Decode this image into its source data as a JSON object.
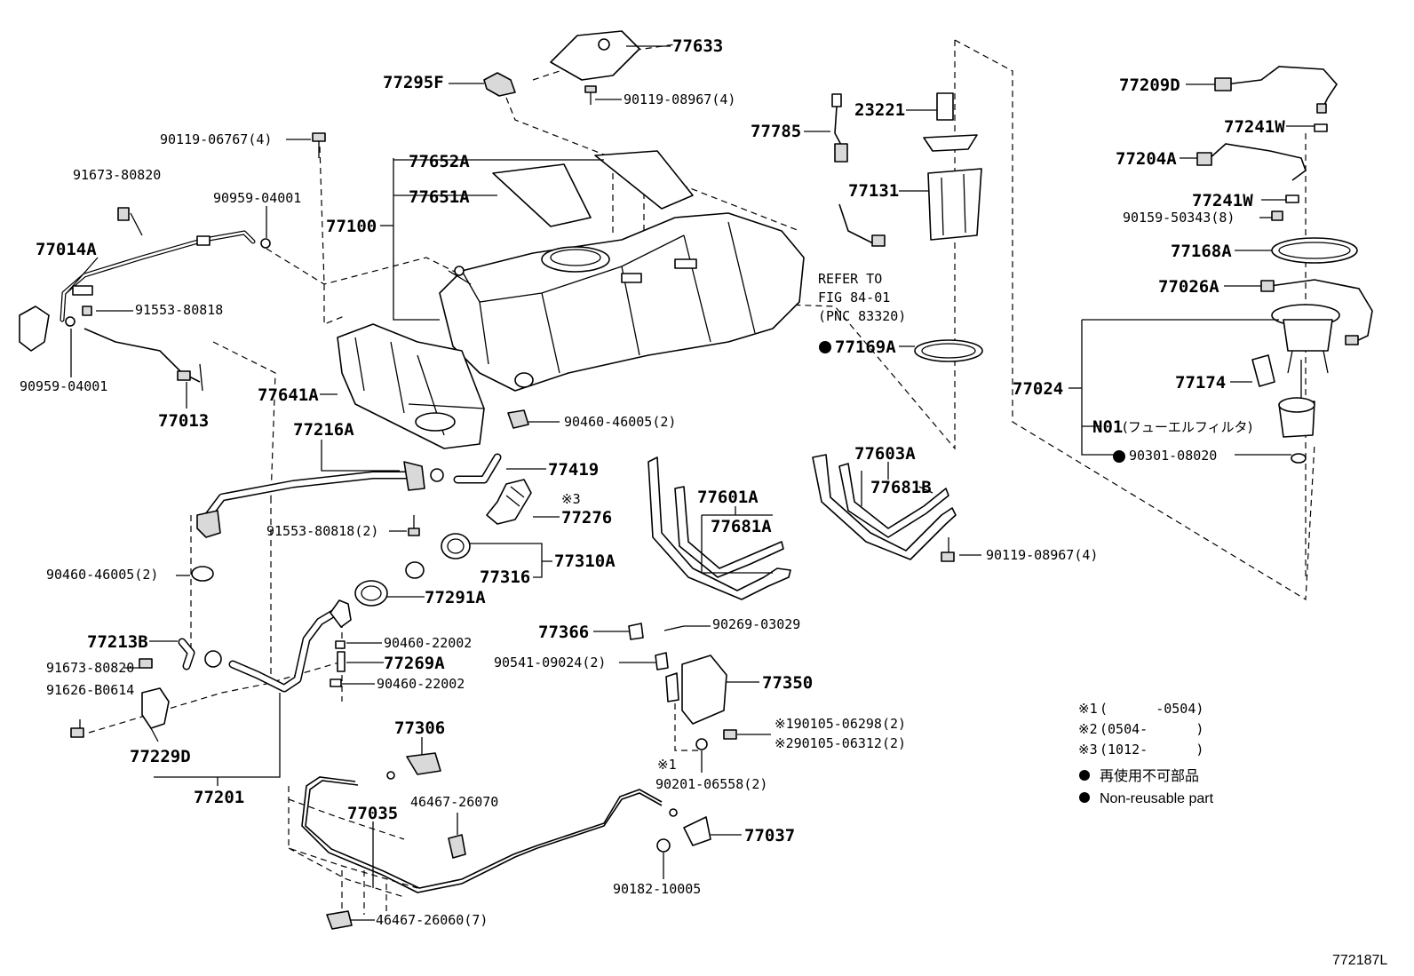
{
  "callouts": [
    {
      "id": "c77633",
      "text": "77633"
    },
    {
      "id": "c77295F",
      "text": "77295F"
    },
    {
      "id": "c90119_08967_4a",
      "text": "90119-08967(4)"
    },
    {
      "id": "c90119_06767_4",
      "text": "90119-06767(4)"
    },
    {
      "id": "c91673_80820a",
      "text": "91673-80820"
    },
    {
      "id": "c90959_04001a",
      "text": "90959-04001"
    },
    {
      "id": "c77652A",
      "text": "77652A"
    },
    {
      "id": "c77651A",
      "text": "77651A"
    },
    {
      "id": "c77100",
      "text": "77100"
    },
    {
      "id": "c77014A",
      "text": "77014A"
    },
    {
      "id": "c91553_80818",
      "text": "91553-80818"
    },
    {
      "id": "c90959_04001b",
      "text": "90959-04001"
    },
    {
      "id": "c77013",
      "text": "77013"
    },
    {
      "id": "c77641A",
      "text": "77641A"
    },
    {
      "id": "c77216A",
      "text": "77216A"
    },
    {
      "id": "c90460_46005_2a",
      "text": "90460-46005(2)"
    },
    {
      "id": "c77419",
      "text": "77419"
    },
    {
      "id": "cmark3",
      "text": "※3"
    },
    {
      "id": "c77276",
      "text": "77276"
    },
    {
      "id": "c91553_80818_2",
      "text": "91553-80818(2)"
    },
    {
      "id": "c77310A",
      "text": "77310A"
    },
    {
      "id": "c77316",
      "text": "77316"
    },
    {
      "id": "c90460_46005_2b",
      "text": "90460-46005(2)"
    },
    {
      "id": "c77291A",
      "text": "77291A"
    },
    {
      "id": "c77213B",
      "text": "77213B"
    },
    {
      "id": "c90460_22002a",
      "text": "90460-22002"
    },
    {
      "id": "c77269A",
      "text": "77269A"
    },
    {
      "id": "c91673_80820b",
      "text": "91673-80820"
    },
    {
      "id": "c90460_22002b",
      "text": "90460-22002"
    },
    {
      "id": "c91626_B0614",
      "text": "91626-B0614"
    },
    {
      "id": "c77229D",
      "text": "77229D"
    },
    {
      "id": "c77201",
      "text": "77201"
    },
    {
      "id": "c77306",
      "text": "77306"
    },
    {
      "id": "c77035",
      "text": "77035"
    },
    {
      "id": "c46467_26070",
      "text": "46467-26070"
    },
    {
      "id": "c46467_26060_7",
      "text": "46467-26060(7)"
    },
    {
      "id": "c77037",
      "text": "77037"
    },
    {
      "id": "c90182_10005",
      "text": "90182-10005"
    },
    {
      "id": "c77366",
      "text": "77366"
    },
    {
      "id": "c90269_03029",
      "text": "90269-03029"
    },
    {
      "id": "c90541_09024_2",
      "text": "90541-09024(2)"
    },
    {
      "id": "c77350",
      "text": "77350"
    },
    {
      "id": "c90105_06298_2",
      "text": "※190105-06298(2)"
    },
    {
      "id": "c90105_06312_2",
      "text": "※290105-06312(2)"
    },
    {
      "id": "cmark1",
      "text": "※1"
    },
    {
      "id": "c90201_06558_2",
      "text": "90201-06558(2)"
    },
    {
      "id": "c77785",
      "text": "77785"
    },
    {
      "id": "c23221",
      "text": "23221"
    },
    {
      "id": "c77131",
      "text": "77131"
    },
    {
      "id": "cref1",
      "text": "REFER TO"
    },
    {
      "id": "cref2",
      "text": "FIG 84-01"
    },
    {
      "id": "cref3",
      "text": "(PNC 83320)"
    },
    {
      "id": "c77169A",
      "text": "77169A"
    },
    {
      "id": "c77603A",
      "text": "77603A"
    },
    {
      "id": "c77681B",
      "text": "77681B"
    },
    {
      "id": "c77601A",
      "text": "77601A"
    },
    {
      "id": "c77681A",
      "text": "77681A"
    },
    {
      "id": "c90119_08967_4b",
      "text": "90119-08967(4)"
    },
    {
      "id": "c77209D",
      "text": "77209D"
    },
    {
      "id": "c77241Wa",
      "text": "77241W"
    },
    {
      "id": "c77204A",
      "text": "77204A"
    },
    {
      "id": "c77241Wb",
      "text": "77241W"
    },
    {
      "id": "c90159_50343_8",
      "text": "90159-50343(8)"
    },
    {
      "id": "c77168A",
      "text": "77168A"
    },
    {
      "id": "c77026A",
      "text": "77026A"
    },
    {
      "id": "c77024",
      "text": "77024"
    },
    {
      "id": "c77174",
      "text": "77174"
    },
    {
      "id": "cN01",
      "text": "N01"
    },
    {
      "id": "cN01jp",
      "text": "(フューエルフィルタ)"
    },
    {
      "id": "c90301_08020",
      "text": "90301-08020"
    }
  ],
  "legend": {
    "row1_mark": "※1",
    "row1_range": "(      -0504)",
    "row2_mark": "※2",
    "row2_range": "(0504-      )",
    "row3_mark": "※3",
    "row3_range": "(1012-      )",
    "row4_text": "再使用不可部品",
    "row5_text": "Non-reusable part"
  },
  "figure_id": "772187L"
}
